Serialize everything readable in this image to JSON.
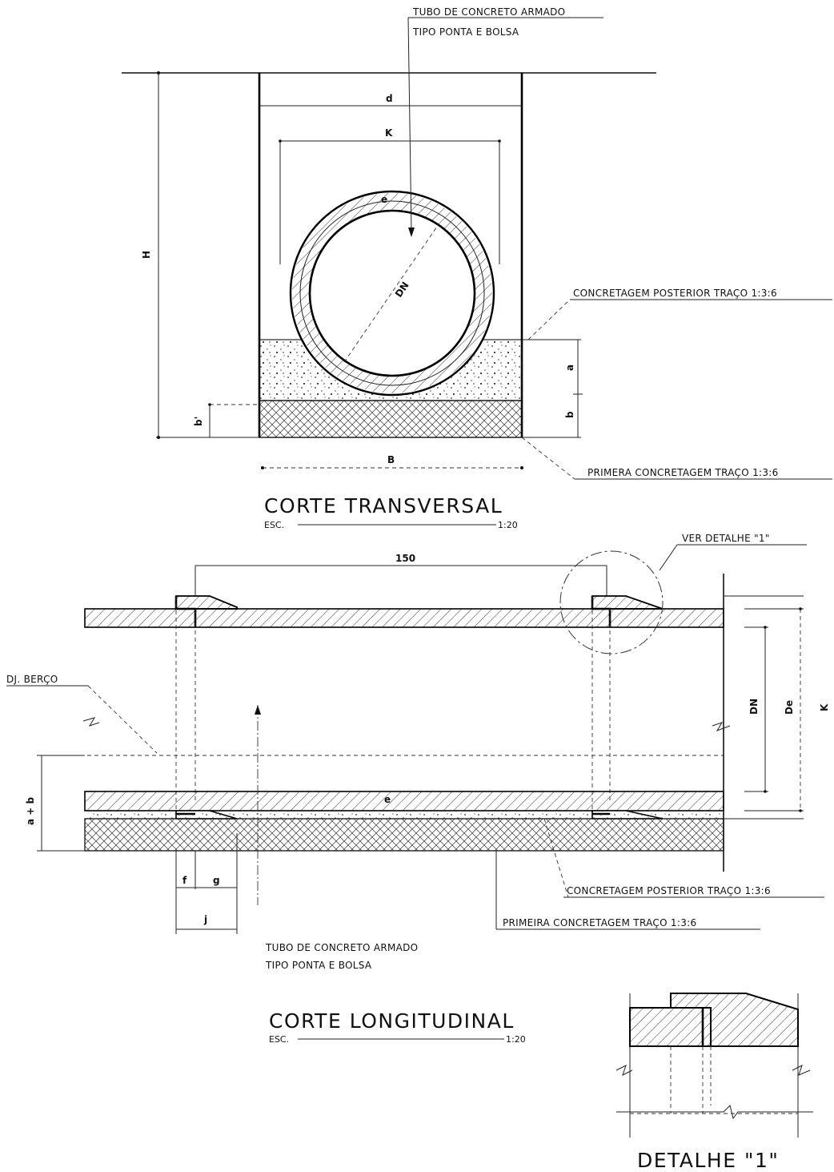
{
  "drawing": {
    "transversal": {
      "pipe_callout_line1": "TUBO DE CONCRETO ARMADO",
      "pipe_callout_line2": "TIPO PONTA E BOLSA",
      "dim_d": "d",
      "dim_K": "K",
      "dim_H": "H",
      "dim_DN": "DN",
      "dim_e": "e",
      "dim_a": "a",
      "dim_b": "b",
      "dim_b_prime": "b'",
      "dim_B": "B",
      "callout_posterior": "CONCRETAGEM POSTERIOR TRAÇO 1:3:6",
      "callout_primeira": "PRIMERA CONCRETAGEM TRAÇO 1:3:6",
      "title": "CORTE TRANSVERSAL",
      "scale_prefix": "ESC.",
      "scale_value": "1:20"
    },
    "longitudinal": {
      "dim_150": "150",
      "see_detail": "VER DETALHE \"1\"",
      "berco_label": "DJ. BERÇO",
      "dim_DN": "DN",
      "dim_De": "De",
      "dim_K": "K",
      "dim_a_plus_b": "a + b",
      "dim_f": "f",
      "dim_g": "g",
      "dim_j": "j",
      "dim_e": "e",
      "callout_posterior": "CONCRETAGEM POSTERIOR TRAÇO 1:3:6",
      "callout_primeira": "PRIMEIRA CONCRETAGEM TRAÇO 1:3:6",
      "pipe_line1": "TUBO DE CONCRETO ARMADO",
      "pipe_line2": "TIPO PONTA E BOLSA",
      "title": "CORTE LONGITUDINAL",
      "scale_prefix": "ESC.",
      "scale_value": "1:20"
    },
    "detail": {
      "title": "DETALHE \"1\""
    }
  }
}
